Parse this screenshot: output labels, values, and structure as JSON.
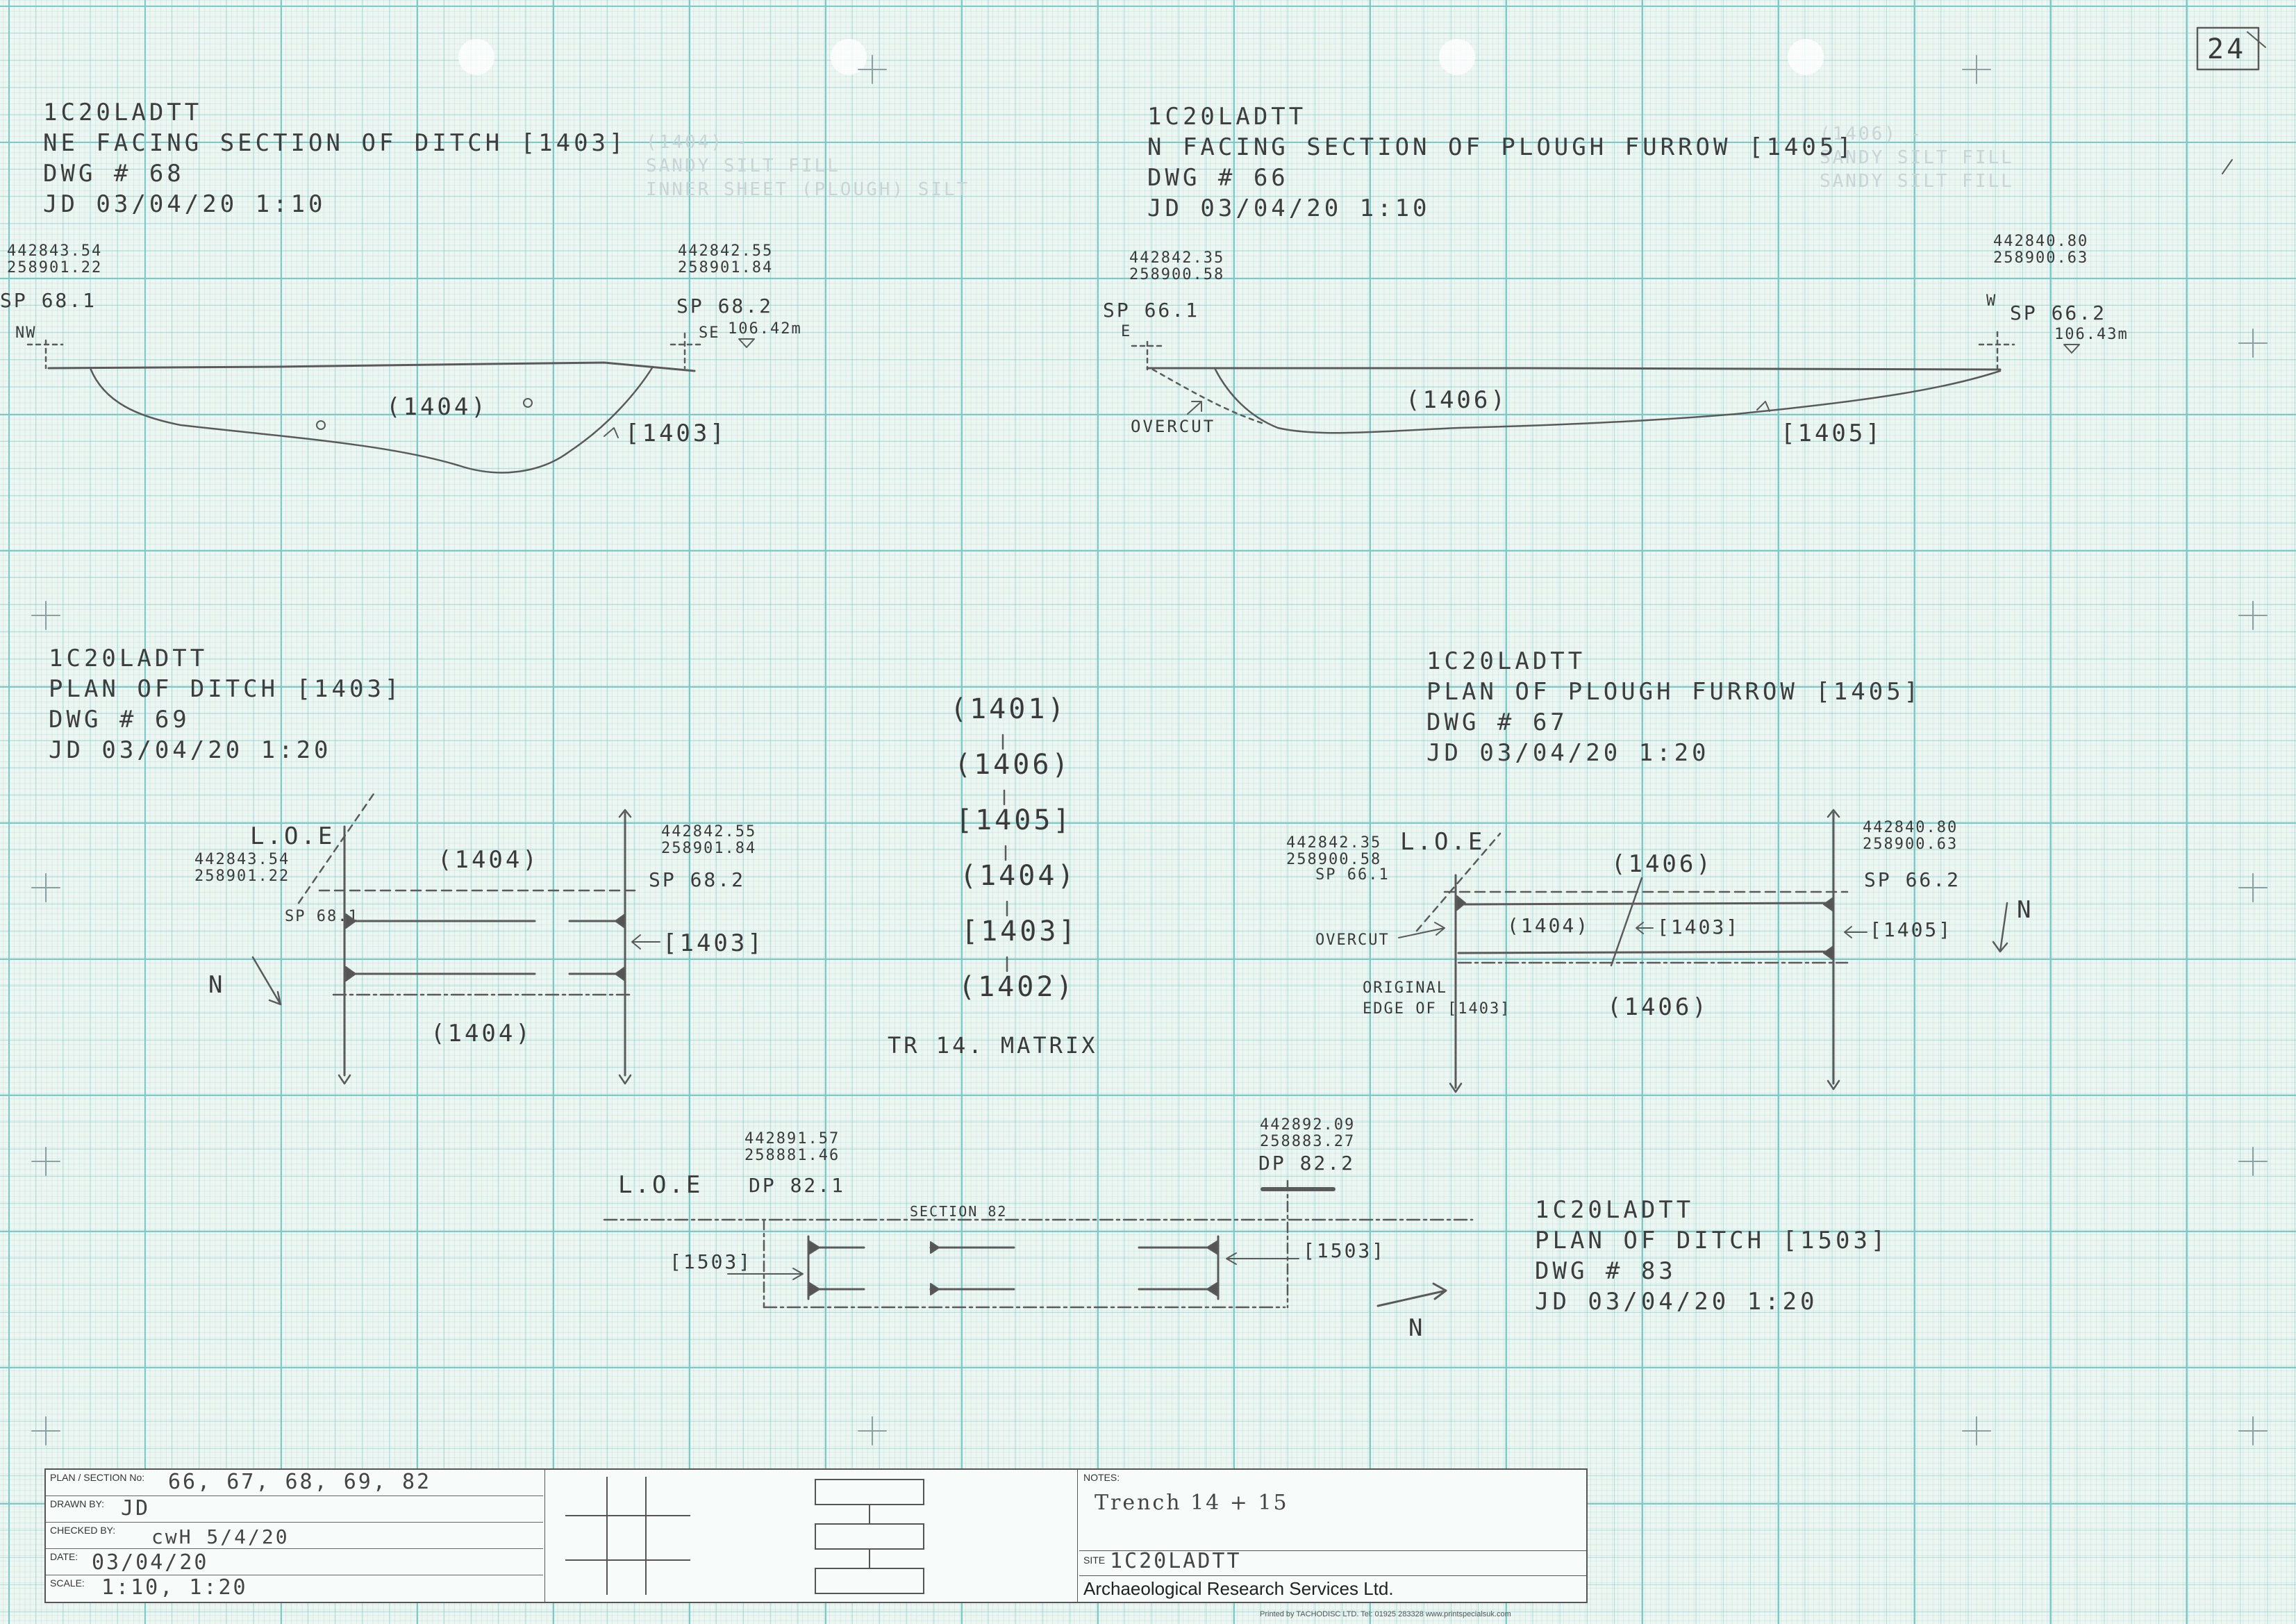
{
  "page_number": "24",
  "drawings": {
    "ne_section": {
      "site": "1C20LADTT",
      "title": "NE FACING SECTION OF DITCH [1403]",
      "dwg": "DWG # 68",
      "meta": "JD  03/04/20     1:10",
      "coord_left": [
        "442843.54",
        "258901.22"
      ],
      "coord_right": [
        "442842.55",
        "258901.84"
      ],
      "sp_left": "SP 68.1",
      "sp_right": "SP 68.2",
      "dir_left": "NW",
      "dir_right": "SE",
      "level": "106.42m",
      "fill": "(1404)",
      "cut": "[1403]"
    },
    "n_section": {
      "site": "1C20LADTT",
      "title": "N FACING SECTION OF PLOUGH FURROW [1405]",
      "dwg": "DWG # 66",
      "meta": "JD  03/04/20     1:10",
      "coord_left": [
        "442842.35",
        "258900.58"
      ],
      "coord_right": [
        "442840.80",
        "258900.63"
      ],
      "sp_left": "SP 66.1",
      "sp_right": "SP 66.2",
      "dir_left": "E",
      "dir_right": "W",
      "level": "106.43m",
      "fill": "(1406)",
      "cut": "[1405]",
      "overcut": "OVERCUT"
    },
    "plan_ditch_1403": {
      "site": "1C20LADTT",
      "title": "PLAN OF DITCH [1403]",
      "dwg": "DWG # 69",
      "meta": "JD  03/04/20   1:20",
      "loe": "L.O.E",
      "coord_left": [
        "442843.54",
        "258901.22"
      ],
      "coord_right": [
        "442842.55",
        "258901.84"
      ],
      "sp_left": "SP 68.1",
      "sp_right": "SP 68.2",
      "fill_top": "(1404)",
      "fill_bottom": "(1404)",
      "cut": "[1403]",
      "north": "N"
    },
    "plan_furrow_1405": {
      "site": "1C20LADTT",
      "title": "PLAN OF PLOUGH FURROW [1405]",
      "dwg": "DWG # 67",
      "meta": "JD  03/04/20    1:20",
      "loe": "L.O.E",
      "coord_left": [
        "442842.35",
        "258900.58"
      ],
      "coord_right": [
        "442840.80",
        "258900.63"
      ],
      "sp_left": "SP 66.1",
      "sp_right": "SP 66.2",
      "fill_top": "(1406)",
      "fill_mid": "(1404)",
      "cut_mid": "[1403]",
      "cut_right": "[1405]",
      "fill_bottom": "(1406)",
      "overcut": "OVERCUT",
      "orig_edge_1": "ORIGINAL",
      "orig_edge_2": "EDGE OF [1403]",
      "north": "N"
    },
    "plan_ditch_1503": {
      "site": "1C20LADTT",
      "title": "PLAN OF DITCH [1503]",
      "dwg": "DWG # 83",
      "meta": "JD    03/04/20   1:20",
      "loe": "L.O.E",
      "coord_left": [
        "442891.57",
        "258881.46"
      ],
      "coord_right": [
        "442892.09",
        "258883.27"
      ],
      "dp_left": "DP 82.1",
      "dp_right": "DP 82.2",
      "section": "SECTION 82",
      "cut_left": "[1503]",
      "cut_right": "[1503]",
      "north": "N"
    }
  },
  "matrix": {
    "nodes": [
      "(1401)",
      "(1406)",
      "[1405]",
      "(1404)",
      "[1403]",
      "(1402)"
    ],
    "label": "TR 14. MATRIX"
  },
  "ghost_text": [
    [
      "(1404) - ",
      "SANDY SILT FILL",
      "INNER SHEET (PLOUGH) SILT"
    ],
    [
      "(1406) -",
      "SANDY SILT FILL",
      "SANDY SILT FILL"
    ]
  ],
  "title_block": {
    "labels": {
      "plan_section": "PLAN / SECTION No:",
      "drawn_by": "DRAWN BY:",
      "checked_by": "CHECKED BY:",
      "date": "DATE:",
      "scale": "SCALE:",
      "notes": "NOTES:",
      "site": "SITE"
    },
    "values": {
      "plan_section": "66, 67, 68, 69, 82",
      "drawn_by": "JD",
      "checked_by": "cwH   5/4/20",
      "date": "03/04/20",
      "scale": "1:10, 1:20",
      "notes": "Trench  14 + 15",
      "site": "1C20LADTT"
    },
    "company": "Archaeological Research Services Ltd.",
    "printed_by": "Printed by TACHODISC LTD.   Tel: 01925 283328   www.printspecialsuk.com"
  }
}
